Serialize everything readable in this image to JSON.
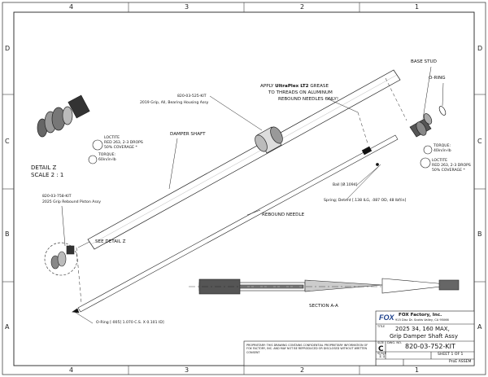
{
  "zones": {
    "columns": [
      "4",
      "3",
      "2",
      "1"
    ],
    "rows": [
      "D",
      "C",
      "B",
      "A"
    ]
  },
  "labels": {
    "apply_grease_1": "APPLY",
    "apply_grease_product": "UltraPlex LT2",
    "apply_grease_2": "GREASE",
    "apply_grease_3": "TO THREADS ON ALUMINUM",
    "apply_grease_4": "REBOUND NEEDLES ONLY!",
    "base_stud": "BASE STUD",
    "o_ring": "O-RING",
    "bearing_part": "820-03-525-KIT",
    "bearing_desc": "2019 Grip, All, Bearing Housing Assy",
    "damper_shaft": "DAMPER SHAFT",
    "loctite_left_1": "LOCTITE",
    "loctite_left_2": "RED 263, 2-3 DROPS",
    "loctite_left_3": "50% COVERAGE *",
    "torque_left_1": "TORQUE:",
    "torque_left_2": "60in/in-lb",
    "loctite_right_1": "LOCTITE",
    "loctite_right_2": "RED 263, 2-3 DROPS",
    "loctite_right_3": "50% COVERAGE *",
    "torque_right_1": "TORQUE:",
    "torque_right_2": "40in/in-lb",
    "detail_title": "DETAIL  Z",
    "detail_scale": "SCALE  2 : 1",
    "piston_part": "820-03-758-KIT",
    "piston_desc": "2025 Grip Rebound Piston Assy",
    "see_detail": "SEE DETAIL  Z",
    "ball": "Ball [Ø.1094]",
    "spring": "Spring; Detent [.138 ILG, .087 OD, 48 lbf/in]",
    "rebound_needle": "REBOUND NEEDLE",
    "o_ring_spec": "O-Ring [-005] 1.070 C.S. X 0.101 ID]",
    "section": "SECTION  A-A"
  },
  "title_block": {
    "company": "FOX Factory, Inc.",
    "address_1": "915 Disc Dr. Scotts Valley, CA 95066",
    "title_line_1": "2025 34, 160 MAX,",
    "title_line_2": "Grip Damper Shaft Assy",
    "size_label": "SIZE",
    "size": "C",
    "dwg_no_label": "DWG. NO.",
    "dwg_no": "820-03-752-KIT",
    "scale_label": "SCALE",
    "scale": "1:1",
    "sheet": "SHEET 1 OF 1",
    "cad": "ProE  ASSEM",
    "logo": "FOX",
    "title_tag": "TITLE",
    "proprietary": "PROPRIETARY: THIS DRAWING CONTAINS CONFIDENTIAL PROPRIETARY INFORMATION OF FOX FACTORY, INC. AND MAY NOT BE REPRODUCED OR DISCLOSED WITHOUT WRITTEN CONSENT"
  }
}
